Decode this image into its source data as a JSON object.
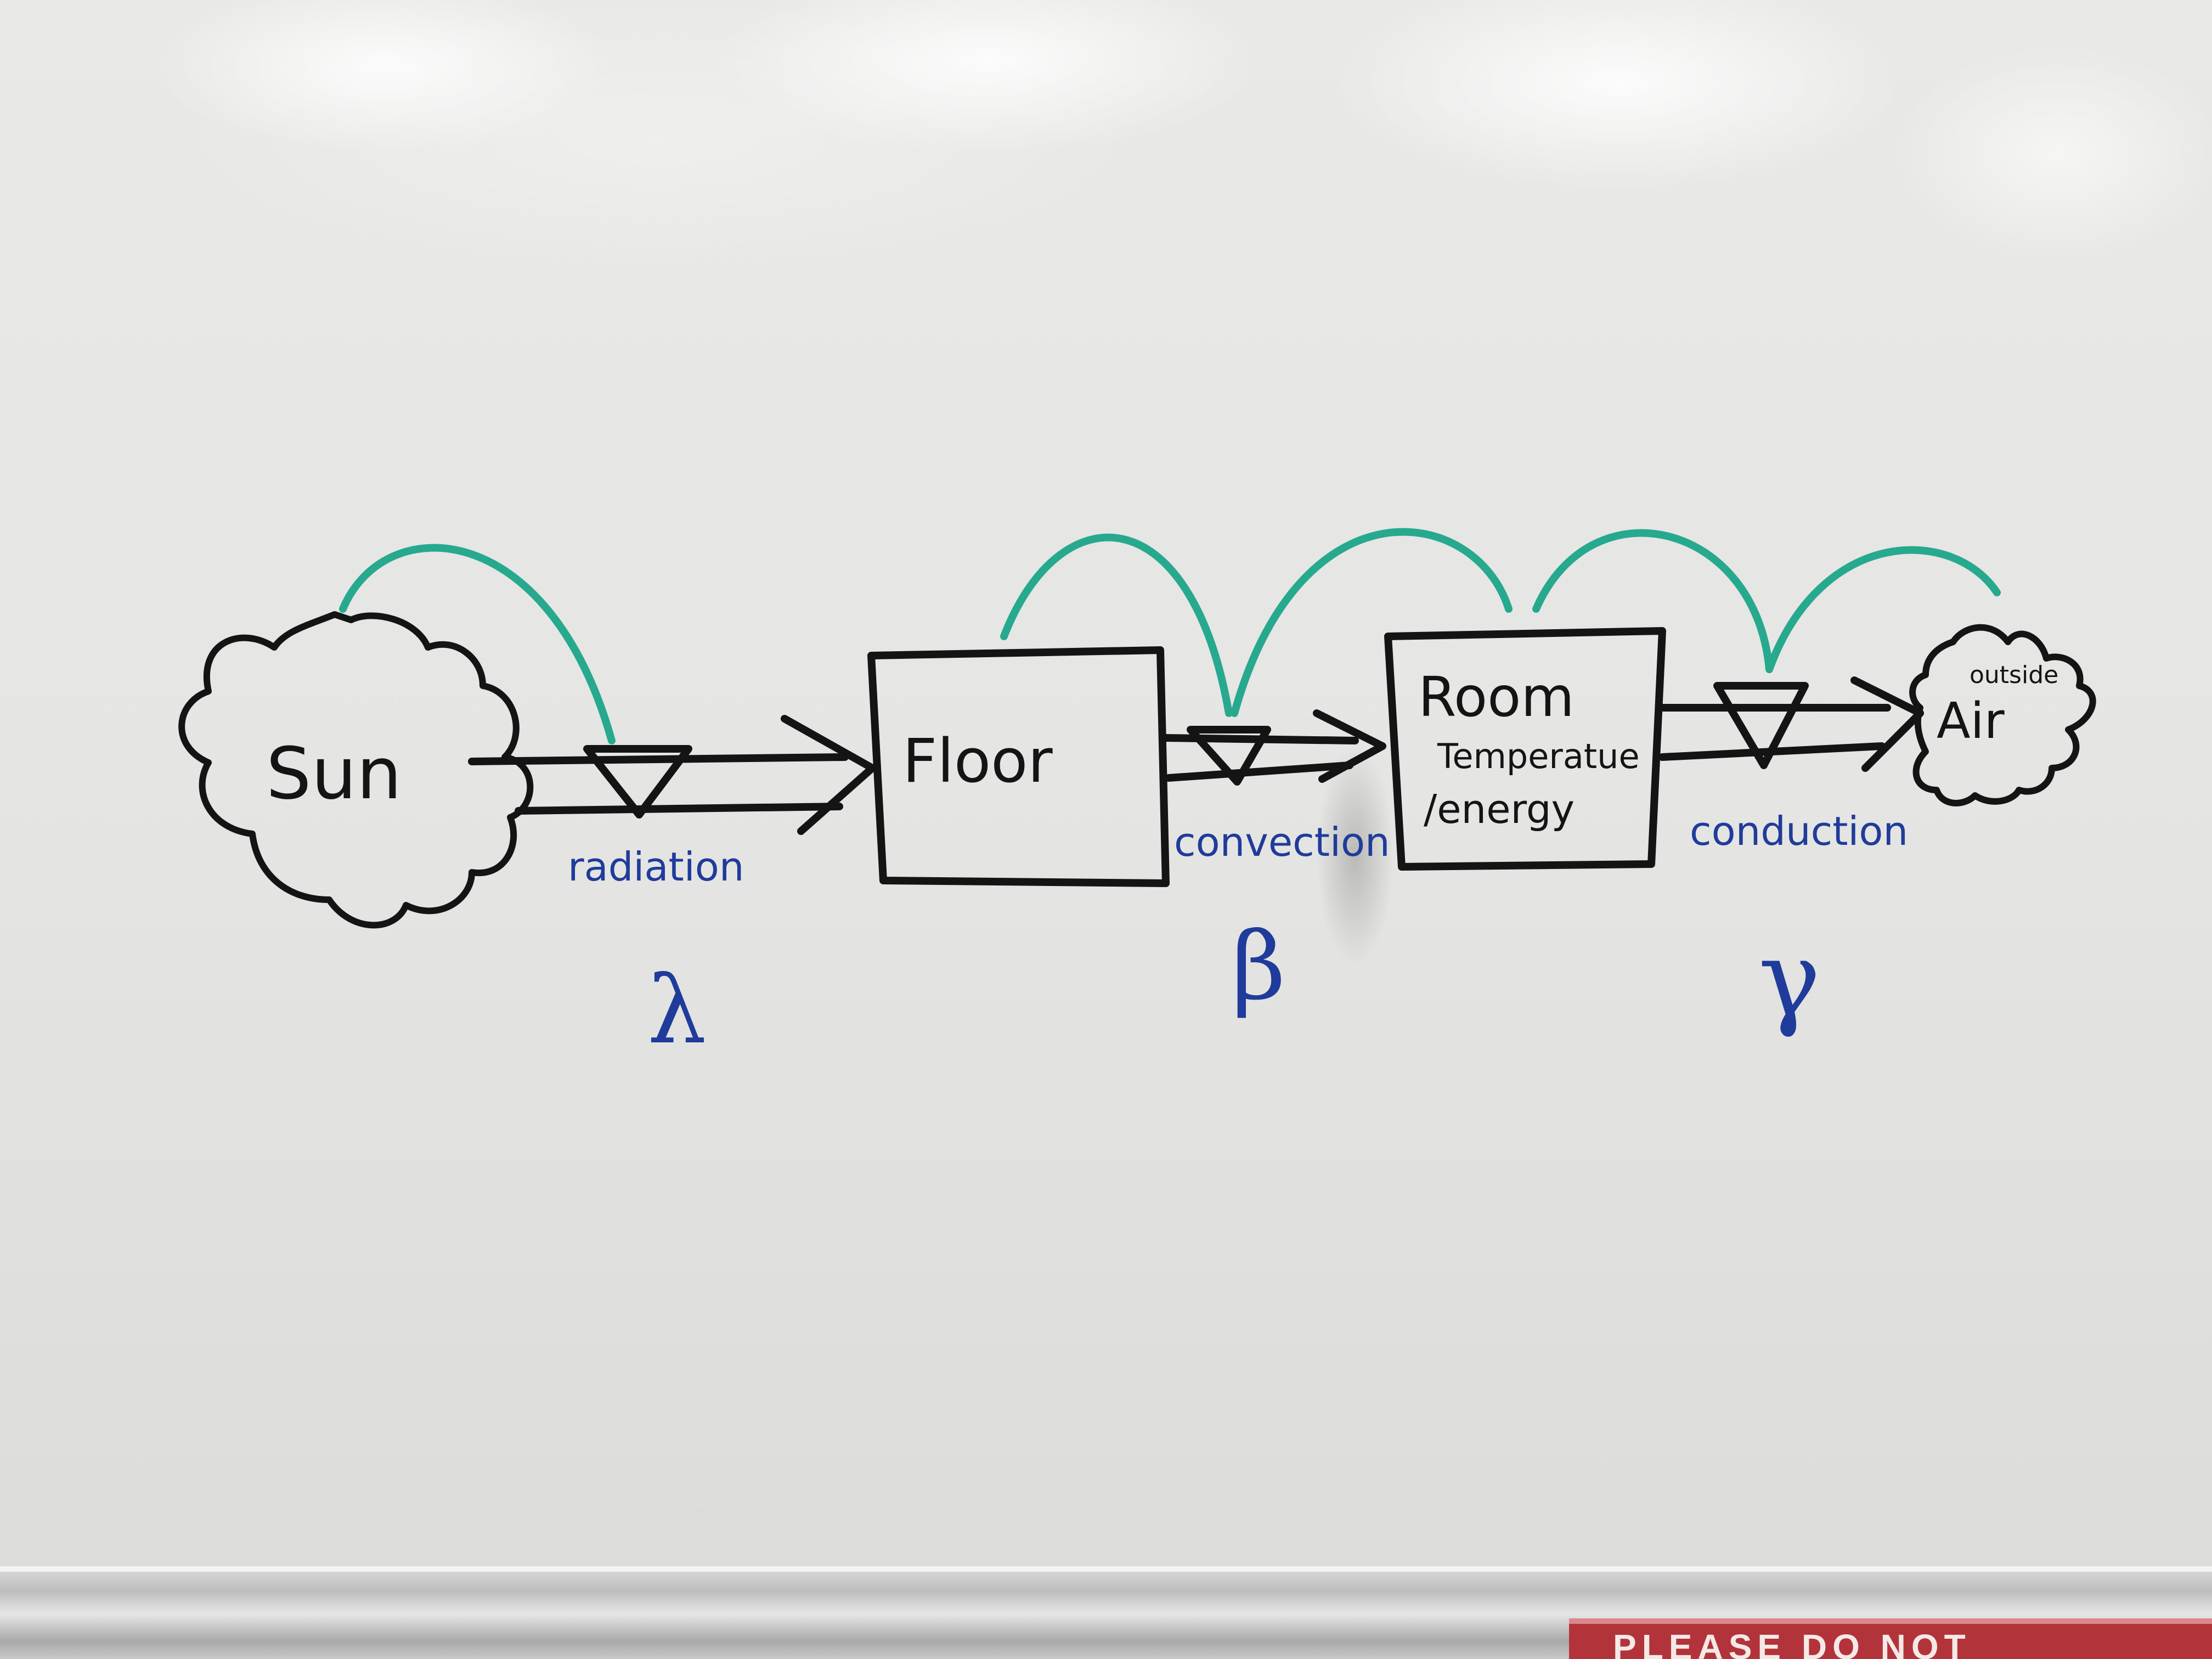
{
  "diagram": {
    "stocks": {
      "sun": "Sun",
      "floor": "Floor",
      "room_title": "Room",
      "room_line2": "Temperatue",
      "room_line3": "/energy",
      "air_small": "outside",
      "air": "Air"
    },
    "flows": {
      "radiation": "radiation",
      "convection": "convection",
      "conduction": "conduction"
    },
    "symbols": {
      "lambda": "λ",
      "beta": "β",
      "gamma": "γ"
    }
  },
  "sign": {
    "text": "PLEASE DO NOT"
  },
  "colors": {
    "marker_black": "#141414",
    "marker_teal": "#27a98e",
    "marker_blue": "#1f3b9b",
    "sign_red": "#b3333a"
  }
}
